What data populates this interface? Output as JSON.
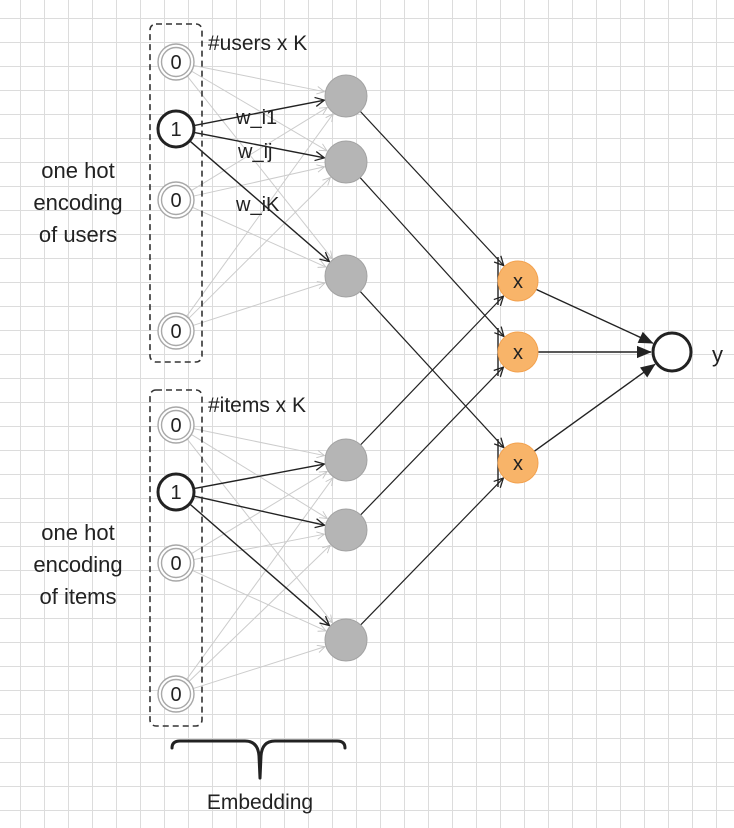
{
  "users": {
    "matrix_label": "#users x K",
    "side_label": [
      "one hot",
      "encoding",
      "of users"
    ],
    "inputs": [
      "0",
      "1",
      "0",
      "0"
    ],
    "weight_labels": [
      "w_i1",
      "w_ij",
      "w_iK"
    ]
  },
  "items": {
    "matrix_label": "#items x K",
    "side_label": [
      "one hot",
      "encoding",
      "of items"
    ],
    "inputs": [
      "0",
      "1",
      "0",
      "0"
    ]
  },
  "multiply_nodes": [
    "x",
    "x",
    "x"
  ],
  "output_label": "y",
  "embedding_label": "Embedding",
  "colors": {
    "input_ring": "#a8a8a8",
    "active_ring": "#222222",
    "hidden_node": "#b5b5b5",
    "multiply_node": "#f8b469",
    "faint_edge": "#cccccc",
    "edge": "#222222"
  }
}
